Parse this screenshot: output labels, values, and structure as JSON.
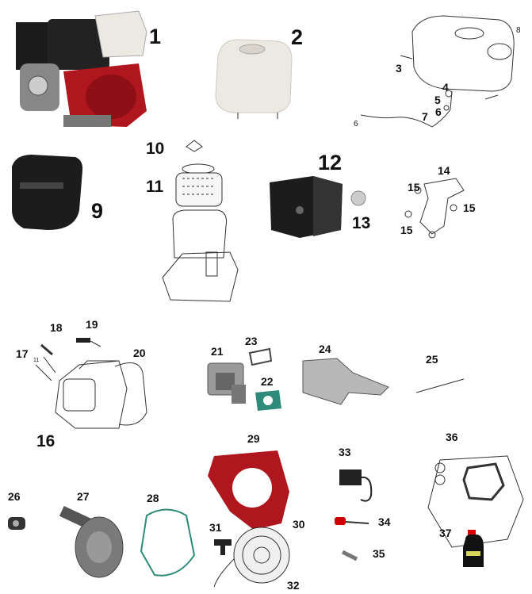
{
  "title": "Engine parts diagram",
  "colors": {
    "engine_red": "#b0161e",
    "tank_white": "#ece9e2",
    "gasket_teal": "#2e8b7a",
    "line": "#222222"
  },
  "labels": {
    "p1": "1",
    "p2": "2",
    "p3": "3",
    "p4": "4",
    "p5": "5",
    "p6a": "6",
    "p6b": "6",
    "p7": "7",
    "p8": "8",
    "p9": "9",
    "p10": "10",
    "p11": "11",
    "p11b": "11",
    "p12": "12",
    "p13": "13",
    "p14": "14",
    "p15a": "15",
    "p15b": "15",
    "p15c": "15",
    "p16": "16",
    "p17": "17",
    "p18": "18",
    "p19": "19",
    "p20": "20",
    "p21": "21",
    "p22": "22",
    "p23": "23",
    "p24": "24",
    "p25": "25",
    "p26": "26",
    "p27": "27",
    "p28": "28",
    "p29": "29",
    "p30": "30",
    "p31": "31",
    "p32": "32",
    "p33": "33",
    "p34": "34",
    "p35": "35",
    "p36": "36",
    "p37": "37"
  }
}
